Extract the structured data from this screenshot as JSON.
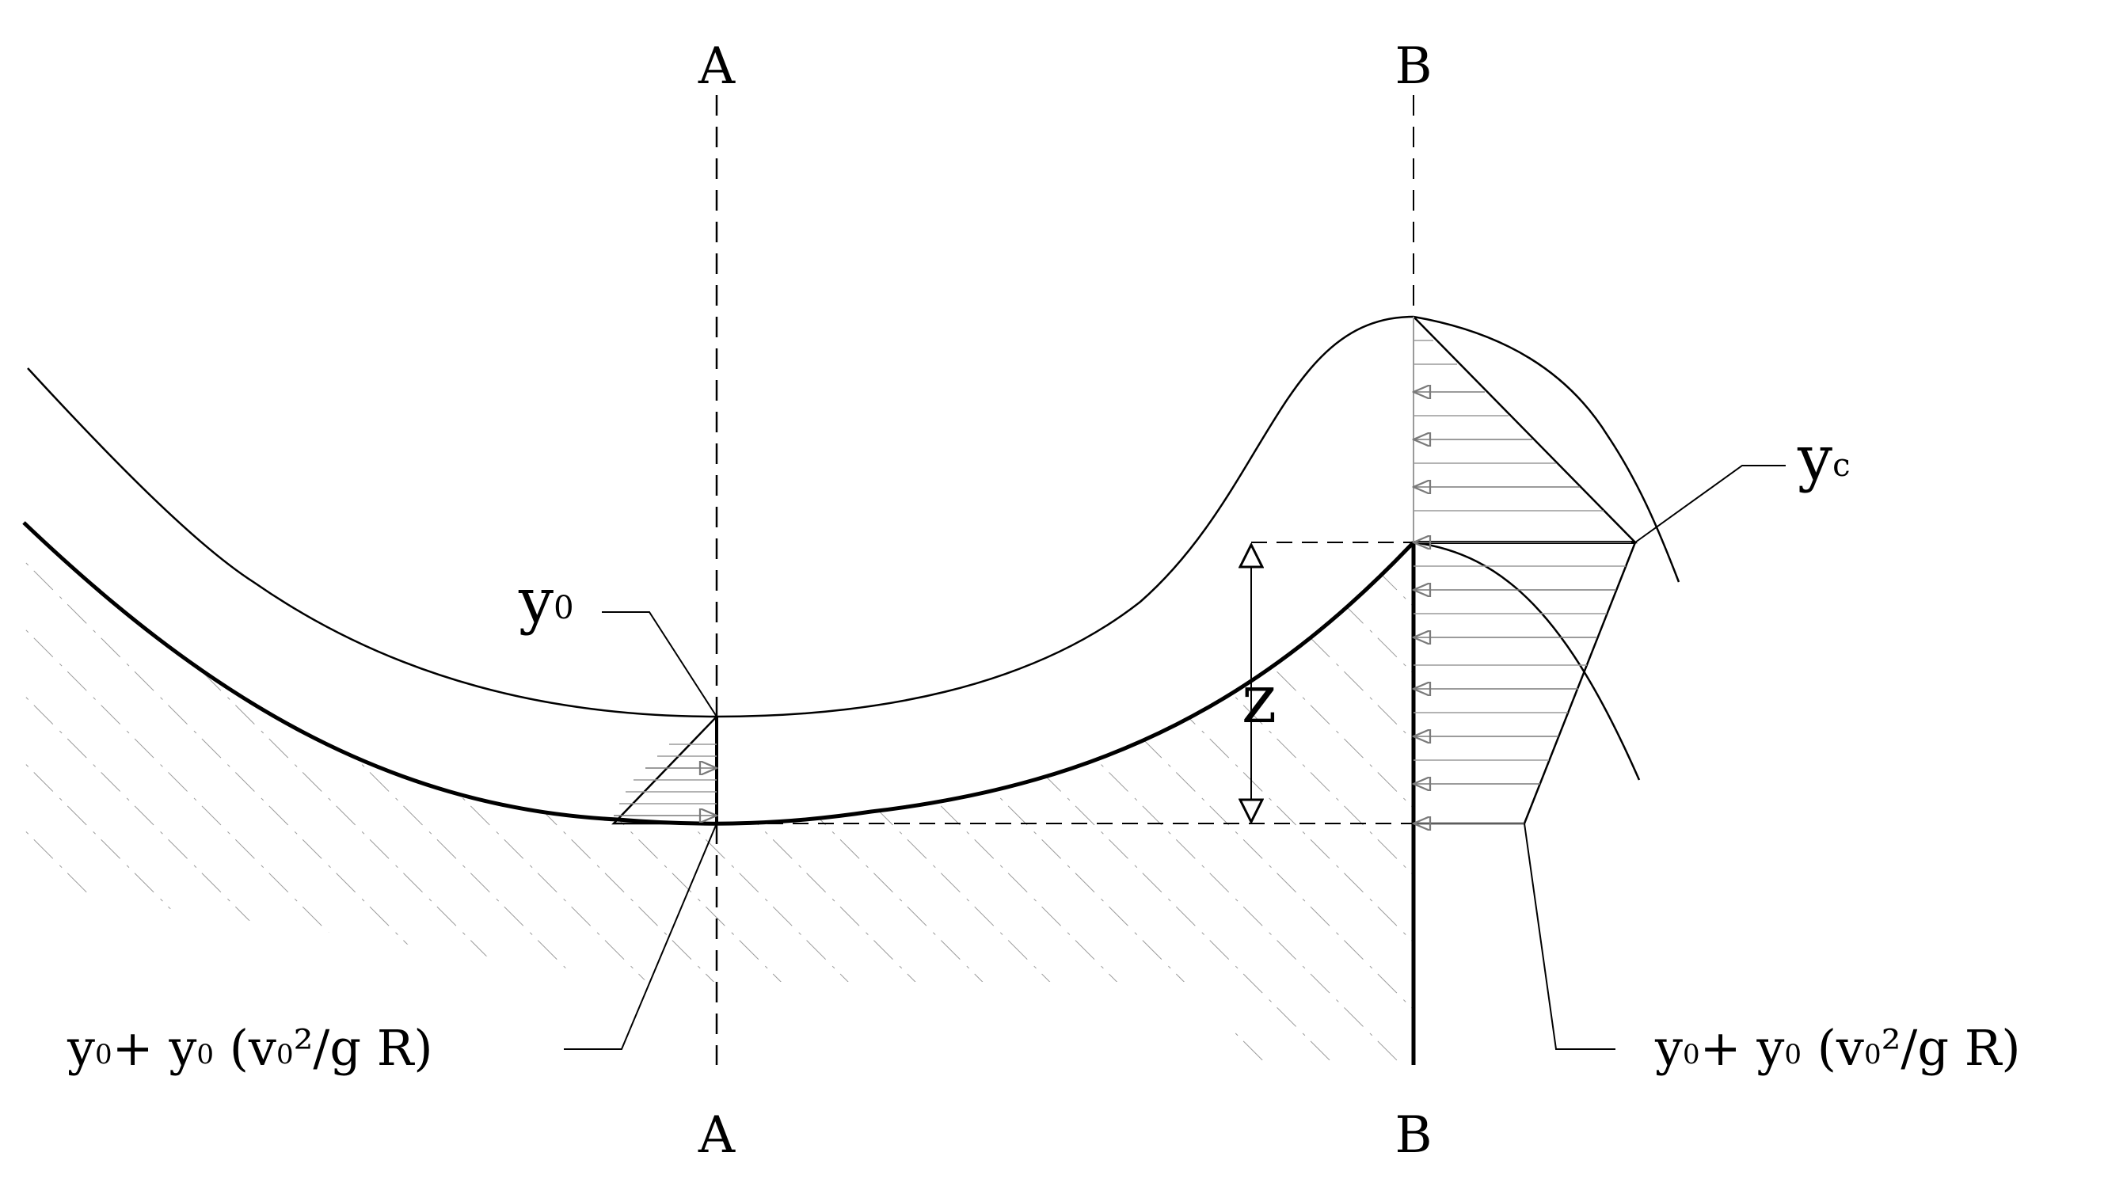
{
  "sections": {
    "a_top": "A",
    "a_bottom": "A",
    "b_top": "B",
    "b_bottom": "B"
  },
  "labels": {
    "y0_base": "y",
    "y0_sub": "0",
    "yc_base": "y",
    "yc_sub": "c",
    "z": "z",
    "formula_left": {
      "p1": "y",
      "s1": "0",
      "p2": "+ y",
      "s2": "0",
      "p3": " (v",
      "s3": "0",
      "p4": "²/g R)"
    },
    "formula_right": {
      "p1": "y",
      "s1": "0",
      "p2": "+ y",
      "s2": "0",
      "p3": " (v",
      "s3": "0",
      "p4": "²/g R)"
    }
  },
  "colors": {
    "line": "#000000",
    "hatch": "#9a9a9a",
    "arrow": "#7a7a7a"
  }
}
